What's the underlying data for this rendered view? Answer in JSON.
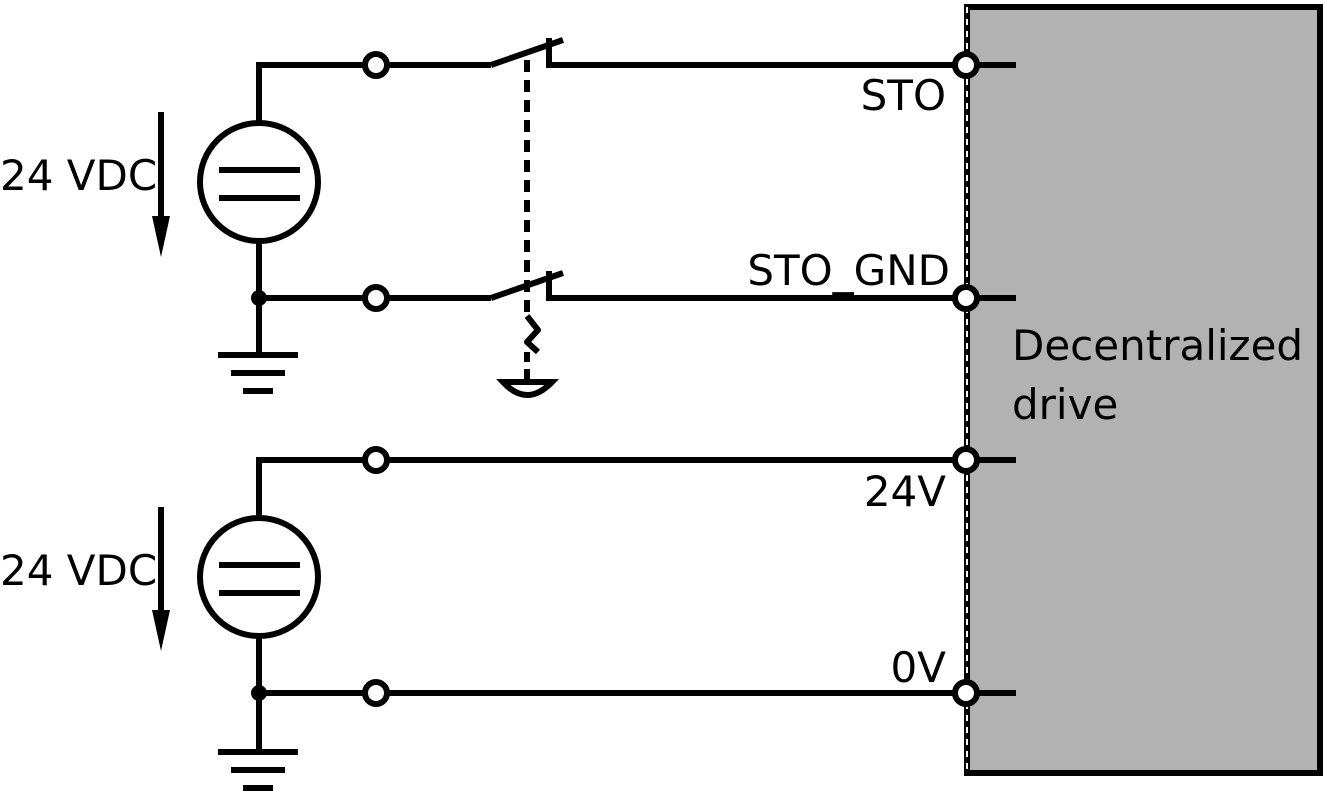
{
  "colors": {
    "line": "#000000",
    "drive_fill": "#b2b2b2",
    "background": "#ffffff"
  },
  "sources": [
    {
      "label": "24 VDC",
      "symbol": "dc-source-icon"
    },
    {
      "label": "24 VDC",
      "symbol": "dc-source-icon"
    }
  ],
  "drive": {
    "label_line1": "Decentralized",
    "label_line2": "drive",
    "terminals": [
      {
        "label": "STO"
      },
      {
        "label": "STO_GND"
      },
      {
        "label": "24V"
      },
      {
        "label": "0V"
      }
    ]
  }
}
